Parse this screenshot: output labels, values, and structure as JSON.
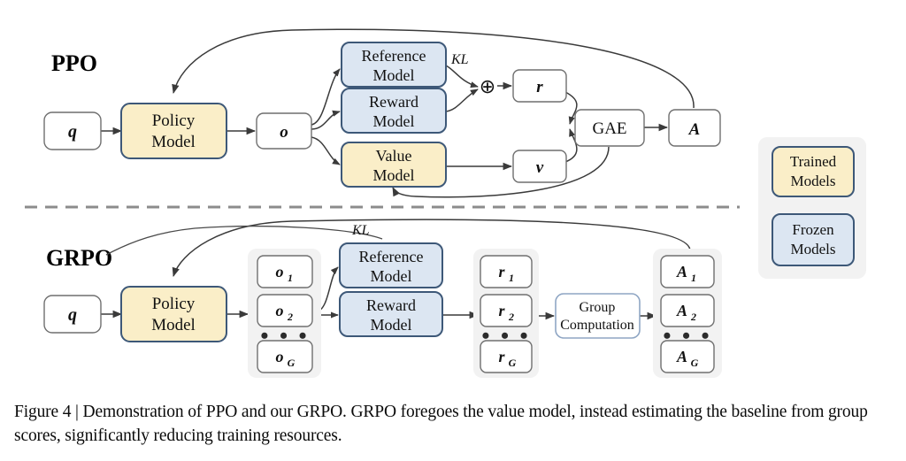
{
  "figure": {
    "caption": "Figure 4 | Demonstration of PPO and our GRPO. GRPO foregoes the value model, instead estimating the baseline from group scores, significantly reducing training resources."
  },
  "colors": {
    "trained_fill": "#faeec8",
    "trained_border": "#3d5878",
    "frozen_fill": "#dce6f2",
    "frozen_border": "#3d5878",
    "plain_fill": "#ffffff",
    "plain_border": "#6f6f6f",
    "group_fill": "#f2f2f2",
    "accent_border": "#8fa6c4",
    "edge": "#3a3a3a",
    "divider": "#8c8c8c"
  },
  "ppo": {
    "title": "PPO",
    "nodes": {
      "q": "q",
      "policy_model": {
        "line1": "Policy",
        "line2": "Model"
      },
      "o": "o",
      "reference_model": {
        "line1": "Reference",
        "line2": "Model"
      },
      "reward_model": {
        "line1": "Reward",
        "line2": "Model"
      },
      "value_model": {
        "line1": "Value",
        "line2": "Model"
      },
      "kl": "KL",
      "plus": "⊕",
      "r": "r",
      "v": "v",
      "gae": "GAE",
      "a": "A"
    }
  },
  "grpo": {
    "title": "GRPO",
    "nodes": {
      "q": "q",
      "policy_model": {
        "line1": "Policy",
        "line2": "Model"
      },
      "kl": "KL",
      "reference_model": {
        "line1": "Reference",
        "line2": "Model"
      },
      "reward_model": {
        "line1": "Reward",
        "line2": "Model"
      },
      "group_computation": {
        "line1": "Group",
        "line2": "Computation"
      }
    },
    "outputs": {
      "base": "o",
      "subs": [
        "1",
        "2",
        "G"
      ],
      "ellipsis": "• • •"
    },
    "rewards": {
      "base": "r",
      "subs": [
        "1",
        "2",
        "G"
      ],
      "ellipsis": "• • •"
    },
    "advantages": {
      "base": "A",
      "subs": [
        "1",
        "2",
        "G"
      ],
      "ellipsis": "• • •"
    }
  },
  "legend": {
    "items": [
      {
        "line1": "Trained",
        "line2": "Models",
        "kind": "trained"
      },
      {
        "line1": "Frozen",
        "line2": "Models",
        "kind": "frozen"
      }
    ]
  }
}
